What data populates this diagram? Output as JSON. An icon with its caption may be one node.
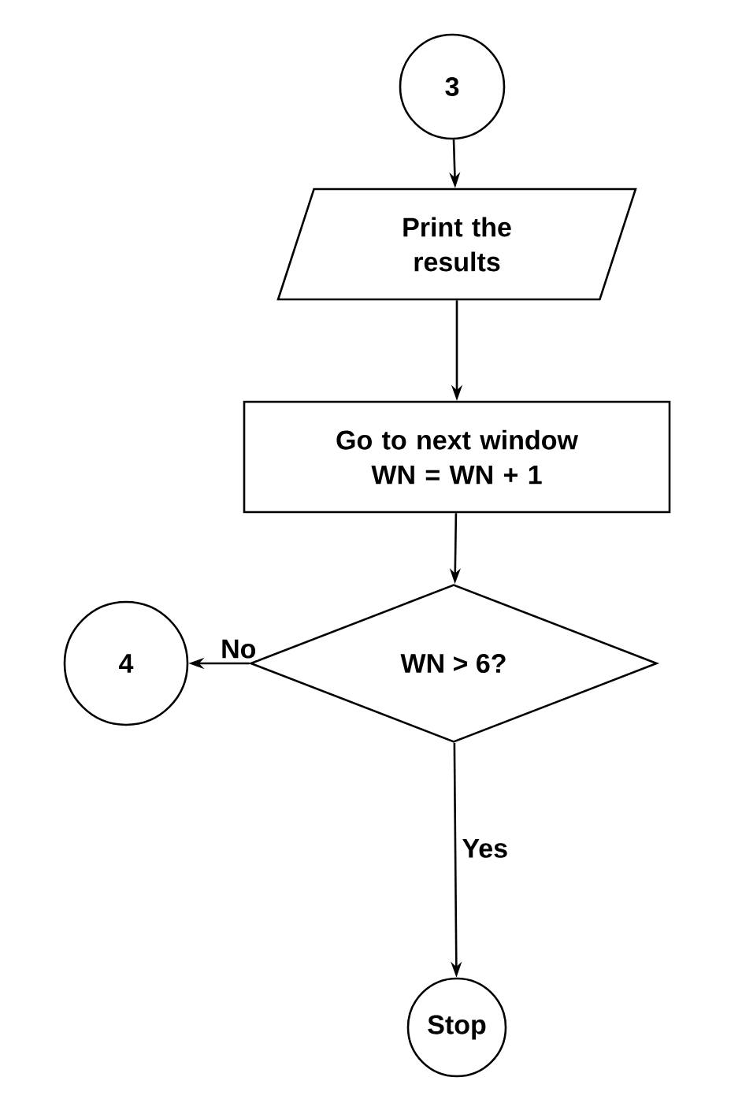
{
  "diagram": {
    "nodes": [
      {
        "text": [
          "3"
        ]
      },
      {
        "text": [
          "Print the results"
        ]
      },
      {
        "text": [
          "Go to next window WN = WN + 1"
        ]
      },
      {
        "text": [
          "WN > 6?"
        ]
      },
      {
        "text": [
          "4"
        ]
      },
      {
        "text": [
          "Stop"
        ]
      }
    ],
    "edges": [
      {
        "from": 0,
        "to": 1,
        "arrow": "to"
      },
      {
        "from": 1,
        "to": 2,
        "arrow": "to"
      },
      {
        "from": 2,
        "to": 3,
        "arrow": "to"
      },
      {
        "from": 3,
        "to": 4,
        "arrow": "to",
        "label": "No"
      },
      {
        "from": 3,
        "to": 5,
        "arrow": "to",
        "label": "Yes"
      }
    ]
  }
}
